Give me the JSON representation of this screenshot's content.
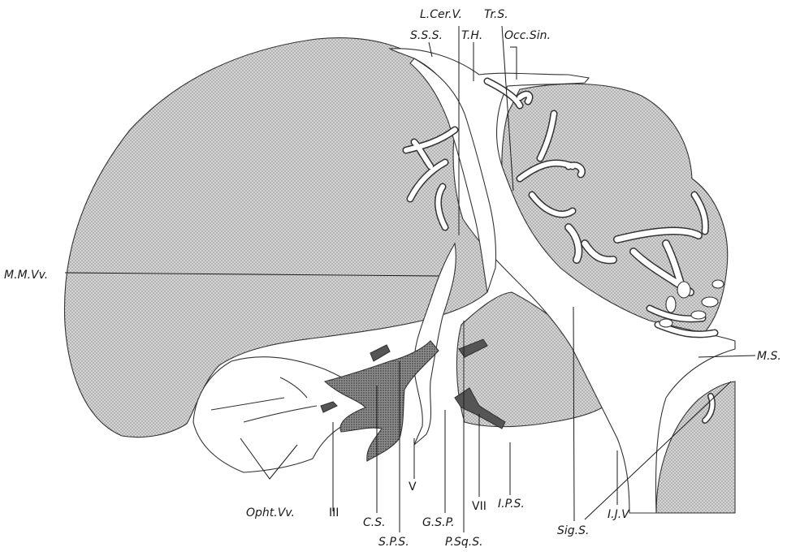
{
  "labels": {
    "mmvv": "M.M.Vv.",
    "lcerv": "L.Cer.V.",
    "trs": "Tr.S.",
    "sss": "S.S.S.",
    "th": "T.H.",
    "occsin": "Occ.Sin.",
    "ms": "M.S.",
    "ophtvv": "Opht.Vv.",
    "iii": "III",
    "cs": "C.S.",
    "sps": "S.P.S.",
    "v": "V",
    "gsp": "G.S.P.",
    "psqs": "P.Sq.S.",
    "vii": "VII",
    "ips": "I.P.S.",
    "sigs": "Sig.S.",
    "ijv": "I.J.V"
  },
  "colors": {
    "stipple": "#cfcfcf",
    "stipple_dot": "#8a8a8a",
    "dark_sinus": "#5a5a5a",
    "vein": "#ffffff",
    "ink": "#1a1a1a"
  }
}
